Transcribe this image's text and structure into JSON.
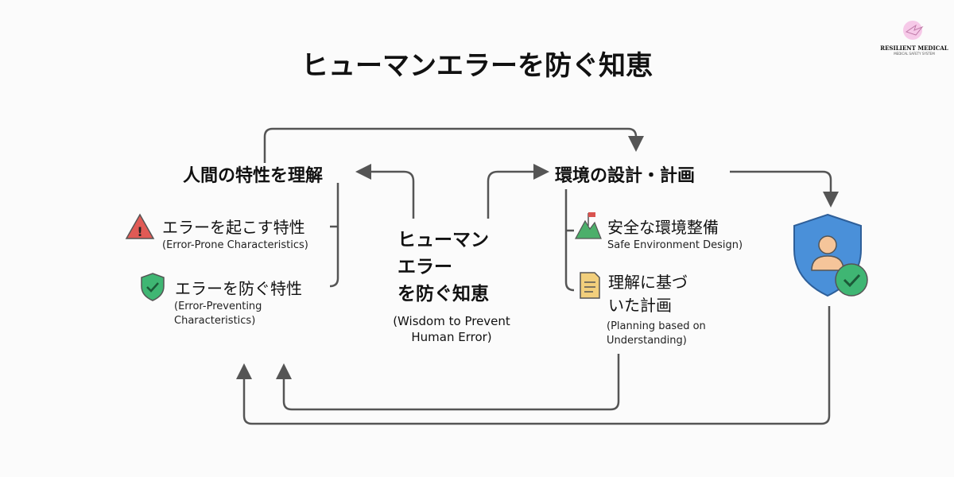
{
  "title": "ヒューマンエラーを防ぐ知恵",
  "logo": {
    "name": "RESILIENT MEDICAL",
    "tagline": "MEDICAL SAFETY SYSTEM"
  },
  "left_node": {
    "title": "人間の特性を理解",
    "items": [
      {
        "icon": "warning-triangle-icon",
        "label": "エラーを起こす特性",
        "sub": "(Error-Prone Characteristics)"
      },
      {
        "icon": "check-shield-icon",
        "label": "エラーを防ぐ特性",
        "sub": "(Error-Preventing Characteristics)"
      }
    ]
  },
  "center": {
    "label": "ヒューマンエラーを防ぐ知恵",
    "line1": "ヒューマン",
    "line2": "エラー",
    "line3": "を防ぐ知恵",
    "sub": "(Wisdom to Prevent Human Error)"
  },
  "right_node": {
    "title": "環境の設計・計画",
    "items": [
      {
        "icon": "mountain-flag-icon",
        "label": "安全な環境整備",
        "sub": "Safe Environment Design)"
      },
      {
        "icon": "document-scroll-icon",
        "label": "理解に基づいた計画",
        "sub": "(Planning based on Understanding)"
      }
    ]
  },
  "outcome_icon": "user-shield-check-icon",
  "colors": {
    "arrow": "#555555",
    "shield_blue": "#4a90d9",
    "green": "#3fb673",
    "red": "#e05a55"
  }
}
